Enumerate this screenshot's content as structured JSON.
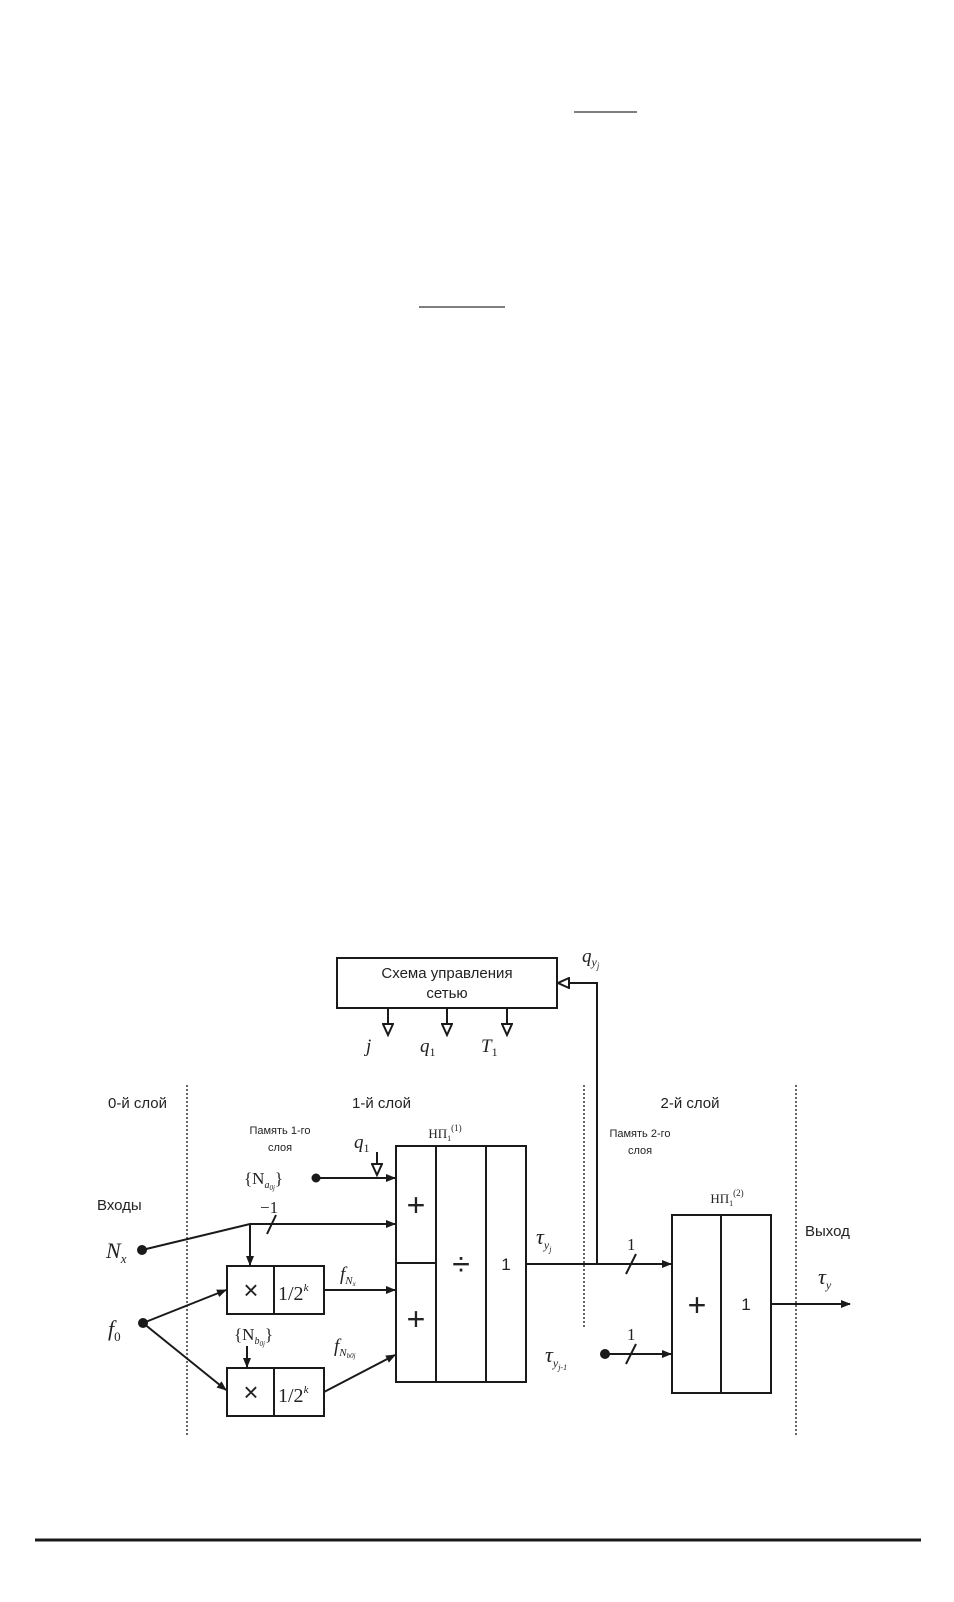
{
  "control_block": {
    "line1": "Схема управления",
    "line2": "сетью"
  },
  "control_outputs": [
    {
      "main": "j",
      "sub": ""
    },
    {
      "main": "q",
      "sub": "1"
    },
    {
      "main": "T",
      "sub": "1"
    }
  ],
  "feedback_label": {
    "main": "q",
    "sub": "y",
    "subsub": "j"
  },
  "layers": {
    "layer0": "0-й слой",
    "layer1": "1-й слой",
    "layer2": "2-й слой"
  },
  "memory1": {
    "line1": "Память 1-го",
    "line2": "слоя"
  },
  "memory2": {
    "line1": "Память 2-го",
    "line2": "слоя"
  },
  "inputs_label": "Входы",
  "output_label": "Выход",
  "neuron1": {
    "title": "НП",
    "sub": "1",
    "sup": "(1)",
    "op_top": "+",
    "op_bottom": "+",
    "op_div": "÷",
    "weight": "1"
  },
  "neuron2": {
    "title": "НП",
    "sub": "1",
    "sup": "(2)",
    "op": "+",
    "weight": "1"
  },
  "multiplier": {
    "op": "×",
    "scale": "1/2",
    "scale_exp": "k"
  },
  "signals": {
    "na0j": {
      "open": "{N",
      "sub": "a",
      "subsub": "0j",
      "close": "}"
    },
    "nb0j": {
      "open": "{N",
      "sub": "b",
      "subsub": "0j",
      "close": "}"
    },
    "q1": {
      "main": "q",
      "sub": "1"
    },
    "nx": {
      "main": "N",
      "sub": "x"
    },
    "f0": {
      "main": "f",
      "sub": "0"
    },
    "minus_one": "−1",
    "fnx": {
      "main": "f",
      "sub": "N",
      "subsub": "x"
    },
    "fnb0j": {
      "main": "f",
      "sub": "N",
      "subsub": "b0j"
    },
    "tau_yj": {
      "main": "τ",
      "sub": "y",
      "subsub": "j"
    },
    "tau_yj1": {
      "main": "τ",
      "sub": "y",
      "subsub": "j-1"
    },
    "weight_a": "1",
    "weight_b": "1",
    "tau_y": {
      "main": "τ",
      "sub": "y"
    }
  }
}
